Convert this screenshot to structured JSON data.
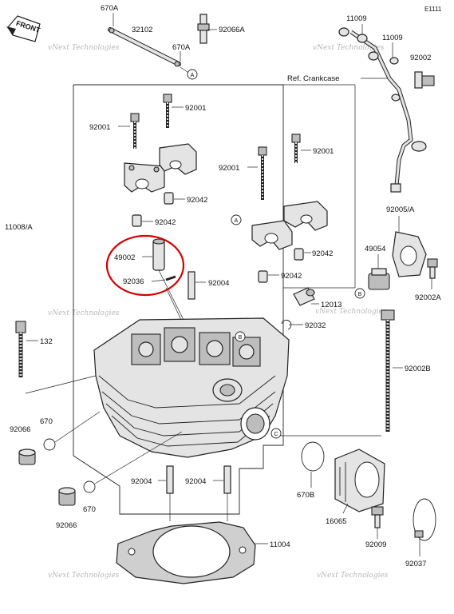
{
  "diagram_code": "E1111",
  "front_label": "FRONT",
  "ref_label": "Ref. Crankcase",
  "watermarks": [
    "vNext Technologies",
    "vNext Technologies",
    "vNext Technologies",
    "vNext Technologies",
    "vNext Technologies",
    "vNext Technologies"
  ],
  "callouts": [
    "A",
    "A",
    "B",
    "B",
    "C"
  ],
  "labels": {
    "p670a_top": "670A",
    "p32102": "32102",
    "p670a_mid": "670A",
    "p92066a": "92066A",
    "p11009_a": "11009",
    "p11009_b": "11009",
    "p92002": "92002",
    "p92001_a": "92001",
    "p92001_b": "92001",
    "p92001_c": "92001",
    "p92001_d": "92001",
    "p92042_a": "92042",
    "p92042_b": "92042",
    "p92042_c": "92042",
    "p92042_d": "92042",
    "p11008a": "11008/A",
    "p49002": "49002",
    "p92036": "92036",
    "p92004_a": "92004",
    "p12013": "12013",
    "p92032": "92032",
    "p92005a": "92005/A",
    "p49054": "49054",
    "p92002a": "92002A",
    "p132": "132",
    "p92002b": "92002B",
    "p92066_a": "92066",
    "p670_a": "670",
    "p92066_b": "92066",
    "p670_b": "670",
    "p92004_b": "92004",
    "p92004_c": "92004",
    "p11004": "11004",
    "p670b": "670B",
    "p16065": "16065",
    "p92009": "92009",
    "p92037": "92037"
  }
}
